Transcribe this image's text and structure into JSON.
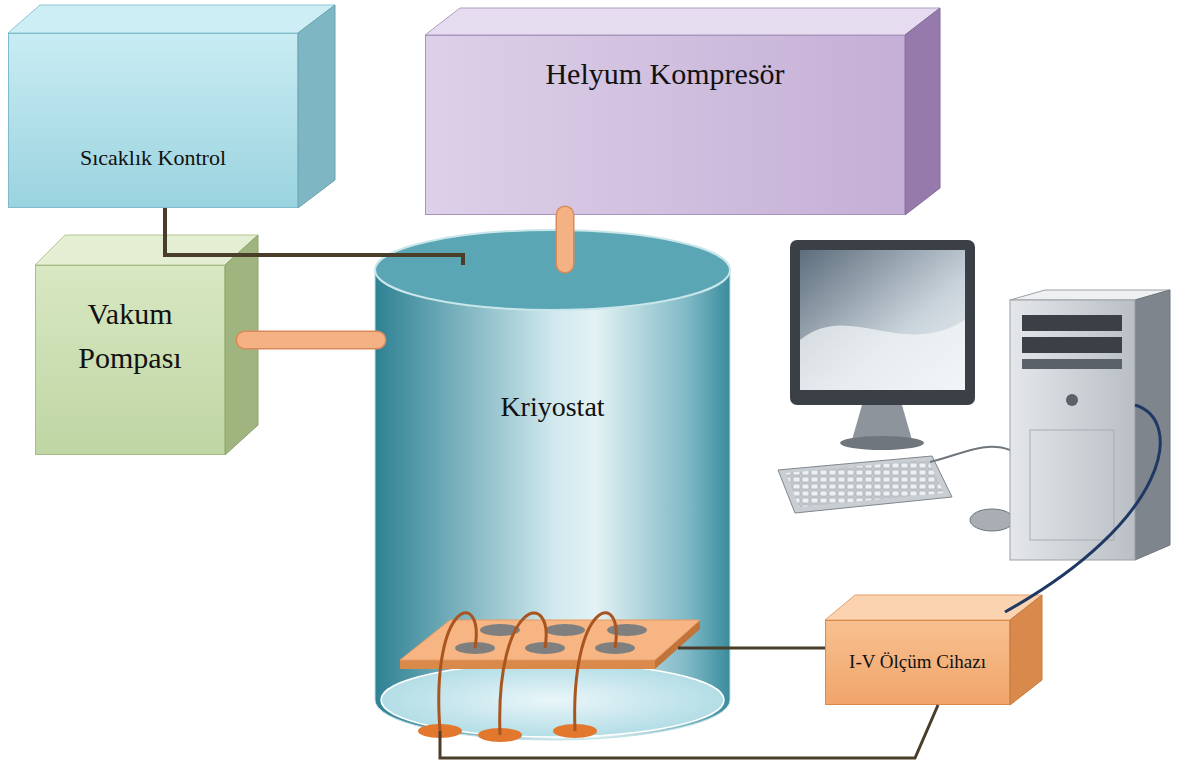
{
  "diagram": {
    "nodes": [
      {
        "text": [
          "Sıcaklık Kontrol"
        ]
      },
      {
        "text": [
          "Helyum Kompresör"
        ]
      },
      {
        "text": [
          "Vakum Pompası"
        ]
      },
      {
        "text": [
          "Kriyostat"
        ]
      },
      {
        "text": [
          "I-V Ölçüm Cihazı"
        ]
      }
    ],
    "edges": [
      {
        "from": 0,
        "to": 3,
        "arrow": "none"
      },
      {
        "from": 1,
        "to": 3,
        "arrow": "none"
      },
      {
        "from": 2,
        "to": 3,
        "arrow": "none"
      },
      {
        "from": 3,
        "to": 4,
        "arrow": "none"
      },
      {
        "from": 3,
        "to": 4,
        "arrow": "none"
      }
    ]
  }
}
